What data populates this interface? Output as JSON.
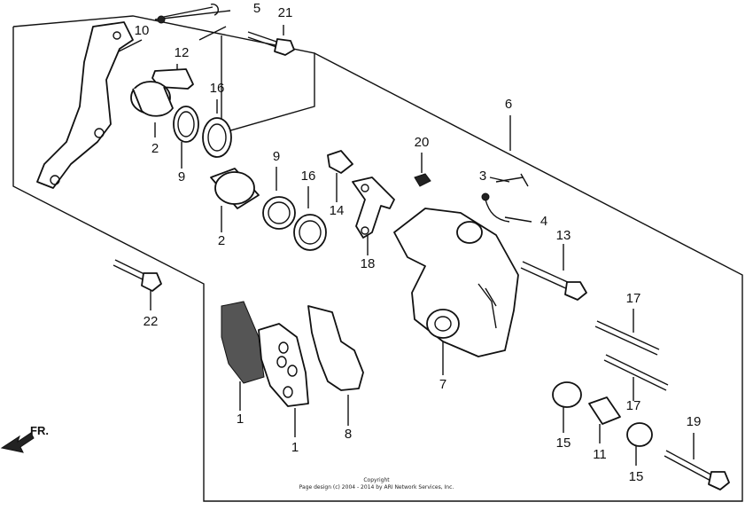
{
  "diagram": {
    "labels": {
      "p1a": "1",
      "p1b": "1",
      "p2a": "2",
      "p2b": "2",
      "p3": "3",
      "p4": "4",
      "p5": "5",
      "p6": "6",
      "p7": "7",
      "p8": "8",
      "p9a": "9",
      "p9b": "9",
      "p10": "10",
      "p11": "11",
      "p12": "12",
      "p13": "13",
      "p14": "14",
      "p15a": "15",
      "p15b": "15",
      "p16a": "16",
      "p16b": "16",
      "p17a": "17",
      "p17b": "17",
      "p18": "18",
      "p19": "19",
      "p20": "20",
      "p21": "21",
      "p22": "22"
    },
    "direction": "FR.",
    "copyright_line1": "Copyright",
    "copyright_line2": "Page design (c) 2004 - 2014 by ARI Network Services, Inc."
  }
}
